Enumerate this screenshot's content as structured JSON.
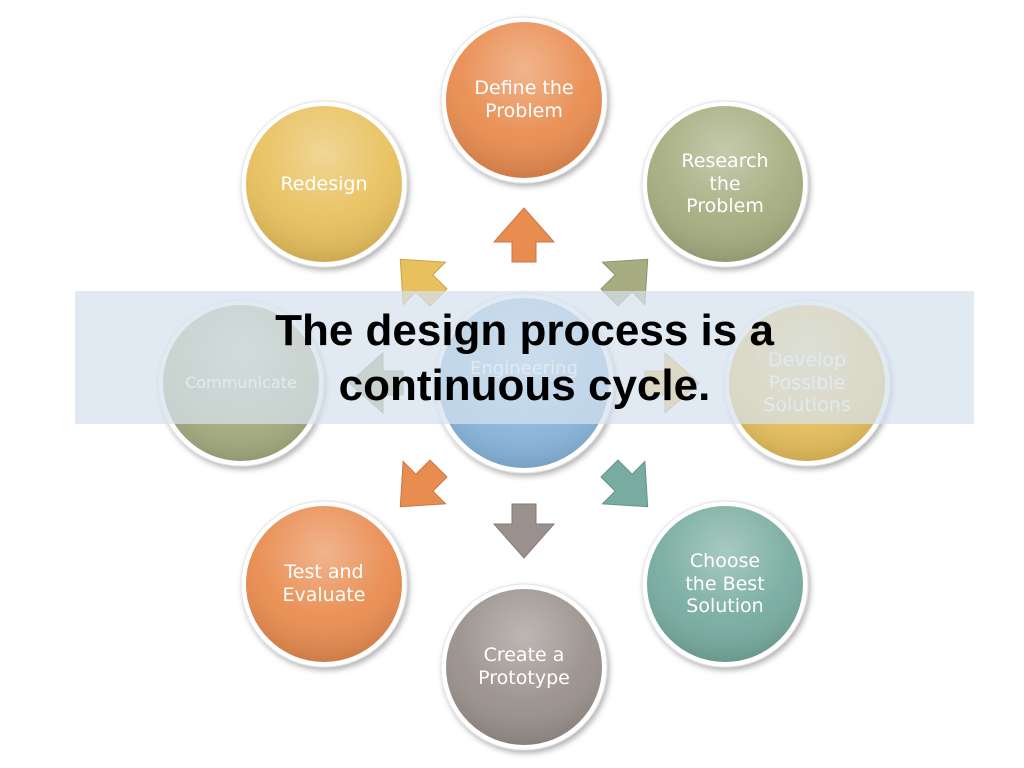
{
  "diagram": {
    "center": {
      "label": "Engineering",
      "color": "#8ab7dd"
    },
    "nodes": [
      {
        "id": "define",
        "label": "Define the\nProblem",
        "color": "#e98c50",
        "icon": "arrow-up-icon"
      },
      {
        "id": "research",
        "label": "Research\nthe\nProblem",
        "color": "#a7ad80",
        "icon": "arrow-up-right-icon"
      },
      {
        "id": "develop",
        "label": "Develop\nPossible\nSolutions",
        "color": "#e8c05d",
        "icon": "arrow-right-icon"
      },
      {
        "id": "choose",
        "label": "Choose\nthe Best\nSolution",
        "color": "#78aca0",
        "icon": "arrow-down-right-icon"
      },
      {
        "id": "prototype",
        "label": "Create a\nPrototype",
        "color": "#9a918c",
        "icon": "arrow-down-icon"
      },
      {
        "id": "test",
        "label": "Test and\nEvaluate",
        "color": "#e98c50",
        "icon": "arrow-down-left-icon"
      },
      {
        "id": "communicate",
        "label": "Communicate",
        "color": "#a7ad80",
        "icon": "arrow-left-icon"
      },
      {
        "id": "redesign",
        "label": "Redesign",
        "color": "#e8c05d",
        "icon": "arrow-up-left-icon"
      }
    ]
  },
  "banner": {
    "text": "The design process is a\ncontinuous cycle."
  }
}
